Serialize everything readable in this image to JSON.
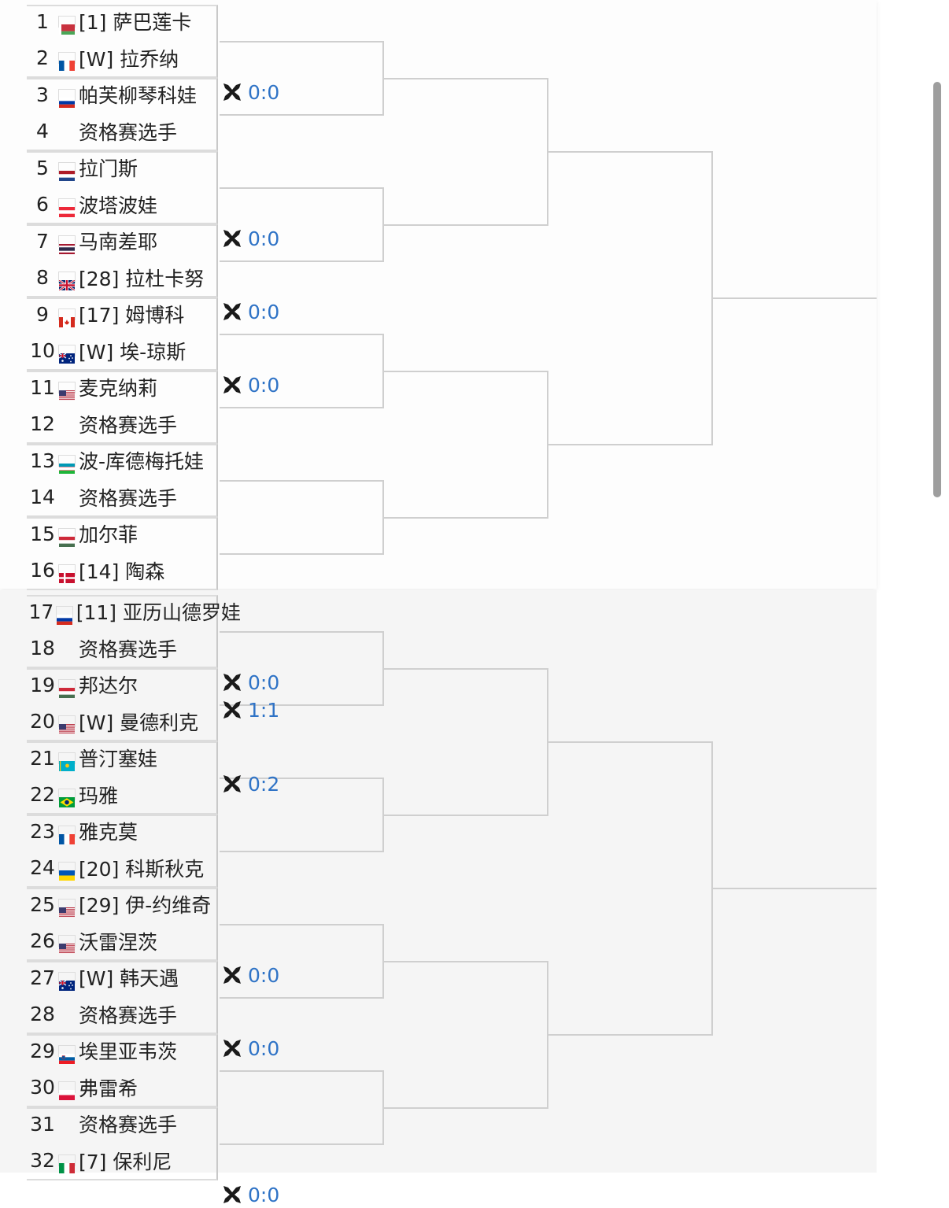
{
  "players": [
    {
      "num": "1",
      "flag": "belarus",
      "name": "[1] 萨巴莲卡"
    },
    {
      "num": "2",
      "flag": "france",
      "name": "[W] 拉乔纳"
    },
    {
      "num": "3",
      "flag": "russia",
      "name": "帕芙柳琴科娃"
    },
    {
      "num": "4",
      "flag": "",
      "name": "资格赛选手"
    },
    {
      "num": "5",
      "flag": "netherlands",
      "name": "拉门斯"
    },
    {
      "num": "6",
      "flag": "austria",
      "name": "波塔波娃"
    },
    {
      "num": "7",
      "flag": "thailand",
      "name": "马南差耶"
    },
    {
      "num": "8",
      "flag": "uk",
      "name": "[28] 拉杜卡努"
    },
    {
      "num": "9",
      "flag": "canada",
      "name": "[17] 姆博科"
    },
    {
      "num": "10",
      "flag": "australia",
      "name": "[W] 埃-琼斯"
    },
    {
      "num": "11",
      "flag": "usa",
      "name": "麦克纳莉"
    },
    {
      "num": "12",
      "flag": "",
      "name": "资格赛选手"
    },
    {
      "num": "13",
      "flag": "uzbekistan",
      "name": "波-库德梅托娃"
    },
    {
      "num": "14",
      "flag": "",
      "name": "资格赛选手"
    },
    {
      "num": "15",
      "flag": "hungary",
      "name": "加尔菲"
    },
    {
      "num": "16",
      "flag": "denmark",
      "name": "[14] 陶森"
    },
    {
      "num": "17",
      "flag": "russia",
      "name": "[11] 亚历山德罗娃"
    },
    {
      "num": "18",
      "flag": "",
      "name": "资格赛选手"
    },
    {
      "num": "19",
      "flag": "hungary",
      "name": "邦达尔"
    },
    {
      "num": "20",
      "flag": "usa",
      "name": "[W] 曼德利克"
    },
    {
      "num": "21",
      "flag": "kazakhstan",
      "name": "普汀塞娃"
    },
    {
      "num": "22",
      "flag": "brazil",
      "name": "玛雅"
    },
    {
      "num": "23",
      "flag": "france",
      "name": "雅克莫"
    },
    {
      "num": "24",
      "flag": "ukraine",
      "name": "[20] 科斯秋克"
    },
    {
      "num": "25",
      "flag": "usa",
      "name": "[29] 伊-约维奇"
    },
    {
      "num": "26",
      "flag": "usa",
      "name": "沃雷涅茨"
    },
    {
      "num": "27",
      "flag": "australia",
      "name": "[W] 韩天遇"
    },
    {
      "num": "28",
      "flag": "",
      "name": "资格赛选手"
    },
    {
      "num": "29",
      "flag": "slovenia",
      "name": "埃里亚韦茨"
    },
    {
      "num": "30",
      "flag": "poland",
      "name": "弗雷希"
    },
    {
      "num": "31",
      "flag": "",
      "name": "资格赛选手"
    },
    {
      "num": "32",
      "flag": "italy",
      "name": "[7] 保利尼"
    }
  ],
  "h2h": [
    {
      "match": 1,
      "text": "0:0"
    },
    {
      "match": 3,
      "text": "0:0"
    },
    {
      "match": 4,
      "text": "0:0"
    },
    {
      "match": 5,
      "text": "0:0"
    },
    {
      "match": 8,
      "text": "0:0"
    },
    {
      "match": 10,
      "text": "1:1"
    },
    {
      "match": 11,
      "text": "0:2"
    },
    {
      "match": 12,
      "text": "0:0"
    },
    {
      "match": 13,
      "text": "0:0"
    },
    {
      "match": 15,
      "text": "0:0"
    }
  ],
  "icons": {
    "h2h": "h2h-swords-icon",
    "scroll": "scrollbar-thumb"
  },
  "colors": {
    "score": "#2f73c6",
    "line": "#cfcfcf"
  }
}
